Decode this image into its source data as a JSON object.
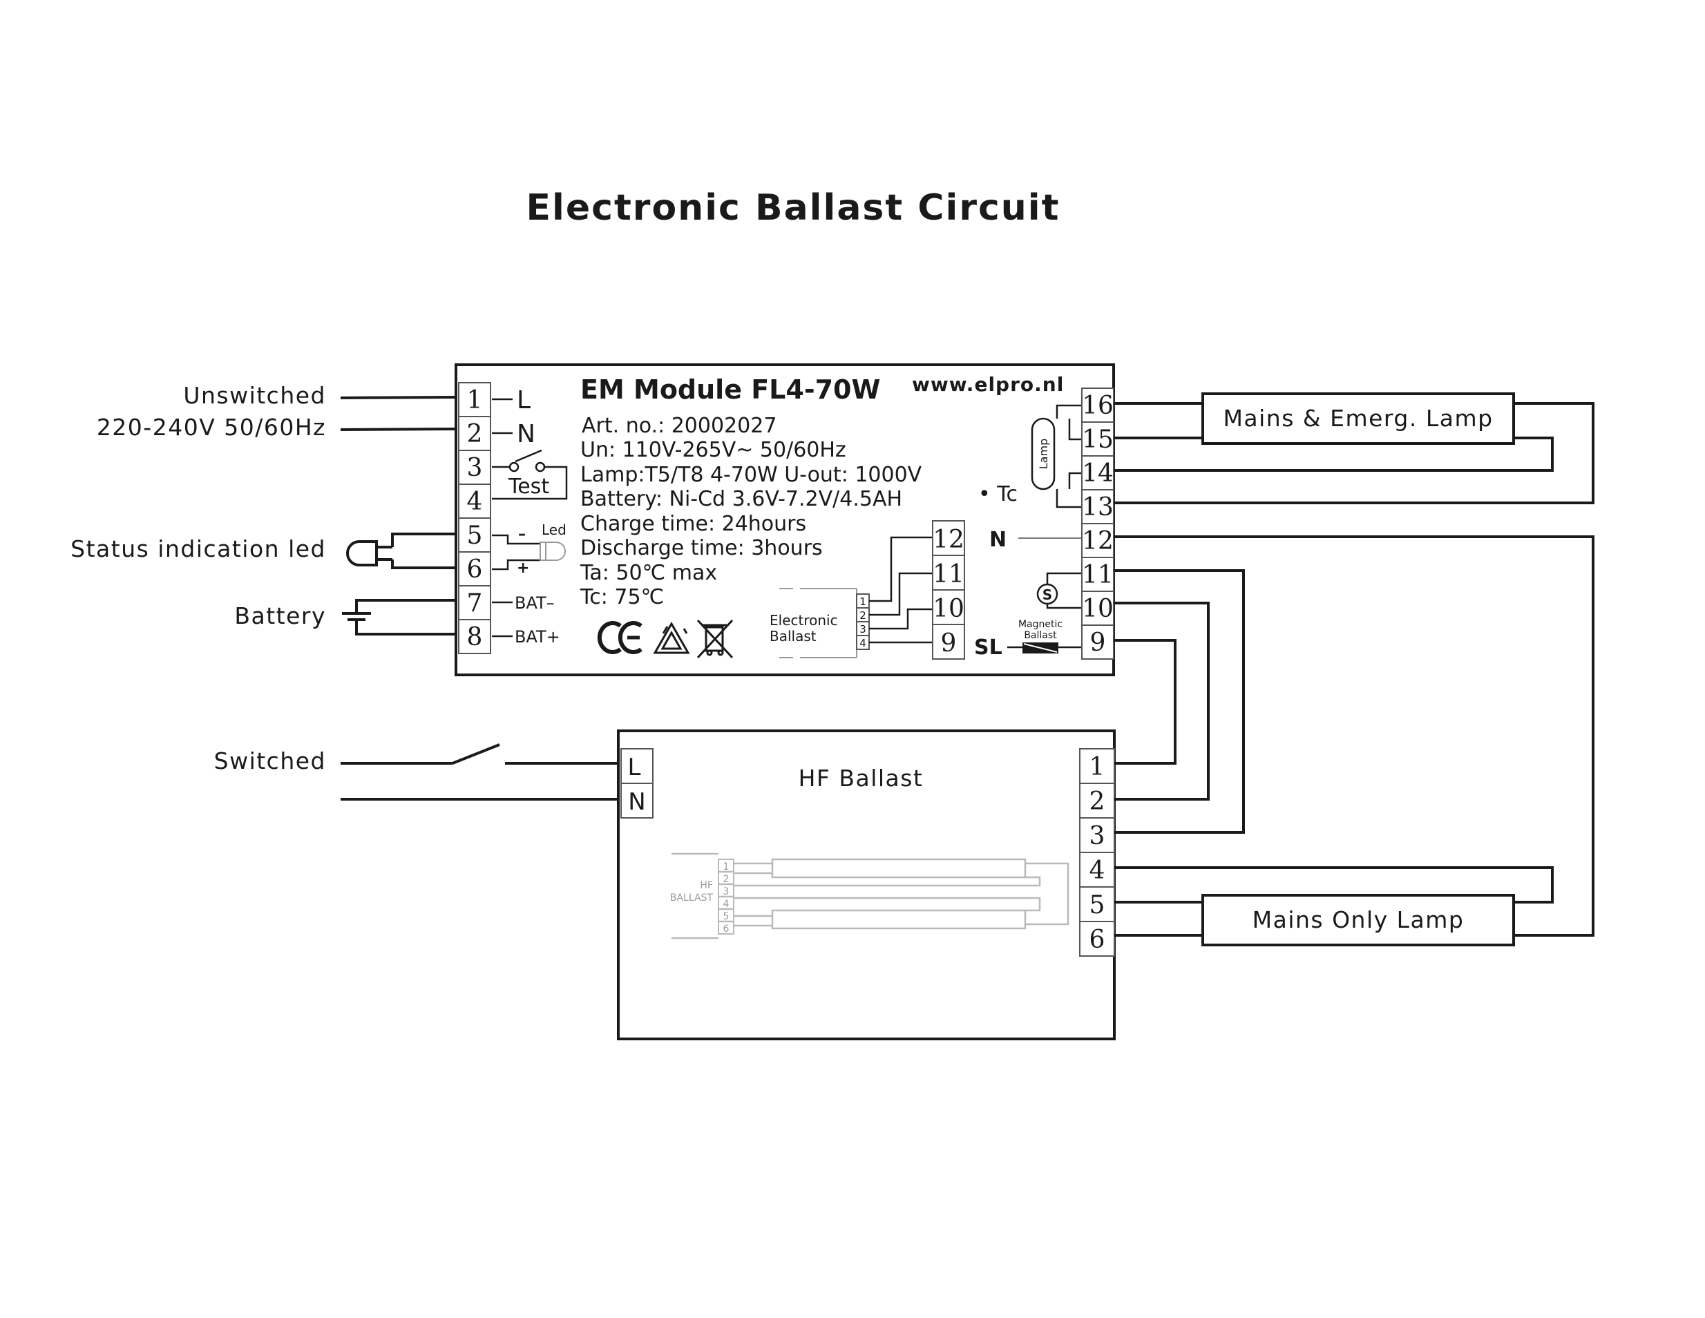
{
  "title": "Electronic Ballast Circuit",
  "left_labels": {
    "unswitched": "Unswitched",
    "supply": "220-240V 50/60Hz",
    "status_led": "Status indication led",
    "battery": "Battery",
    "switched": "Switched"
  },
  "em_module": {
    "name": "EM Module FL4-70W",
    "website": "www.elpro.nl",
    "specs": [
      "Art. no.: 20002027",
      "Un: 110V-265V~ 50/60Hz",
      "Lamp:T5/T8  4-70W   U-out: 1000V",
      "Battery: Ni-Cd   3.6V-7.2V/4.5AH",
      "Charge time: 24hours",
      "Discharge time: 3hours",
      "Ta: 50℃ max",
      "Tc: 75℃"
    ],
    "left_terminals": [
      "1",
      "2",
      "3",
      "4",
      "5",
      "6",
      "7",
      "8"
    ],
    "left_terminal_labels": {
      "l": "L",
      "n": "N",
      "test": "Test",
      "led": "Led",
      "minus": "–",
      "plus": "+",
      "bat_minus": "BAT–",
      "bat_plus": "BAT+"
    },
    "right_terminals": [
      "16",
      "15",
      "14",
      "13",
      "12",
      "11",
      "10",
      "9"
    ],
    "inner_terminals": [
      "12",
      "11",
      "10",
      "9"
    ],
    "electronic_ballast": {
      "label_1": "Electronic",
      "label_2": "Ballast",
      "pins": [
        "1",
        "2",
        "3",
        "4"
      ]
    },
    "lamp_label": "Lamp",
    "tc_label": "• Tc",
    "n_label": "N",
    "sl_label": "SL",
    "s_label": "S",
    "magnetic_ballast_1": "Magnetic",
    "magnetic_ballast_2": "Ballast",
    "certification_icons": [
      "ce-mark",
      "recycle",
      "weee-bin"
    ]
  },
  "hf_ballast": {
    "name": "HF Ballast",
    "input_terminals": [
      "L",
      "N"
    ],
    "output_terminals": [
      "1",
      "2",
      "3",
      "4",
      "5",
      "6"
    ],
    "inset_label_1": "HF",
    "inset_label_2": "BALLAST",
    "inset_pins": [
      "1",
      "2",
      "3",
      "4",
      "5",
      "6"
    ]
  },
  "lamps": {
    "emergency": "Mains & Emerg. Lamp",
    "mains_only": "Mains Only Lamp"
  }
}
